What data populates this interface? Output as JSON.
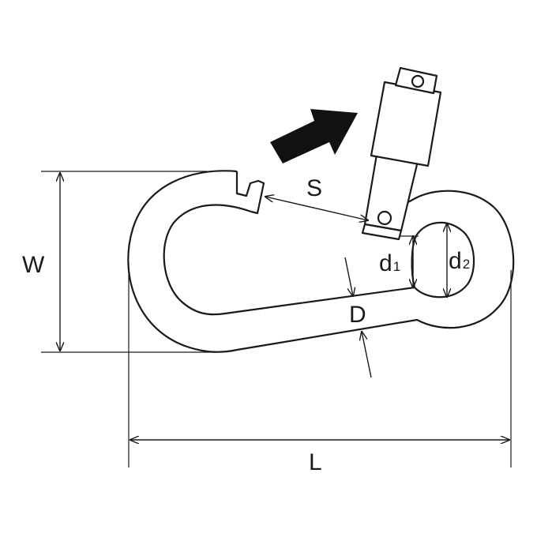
{
  "labels": {
    "width": "W",
    "length": "L",
    "opening": "S",
    "wire": "D",
    "d1_main": "d",
    "d1_sub": "1",
    "d2_main": "d",
    "d2_sub": "2"
  },
  "colors": {
    "line": "#1a1a1a",
    "background": "#ffffff"
  },
  "icons": {
    "direction_arrow": "open-direction-arrow-icon"
  }
}
